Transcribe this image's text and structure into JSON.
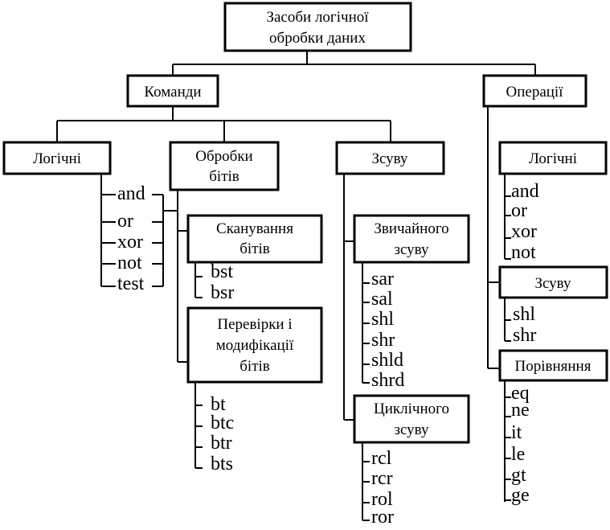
{
  "root": {
    "line1": "Засоби логічної",
    "line2": "обробки даних"
  },
  "commands": {
    "label": "Команди",
    "logical": {
      "label": "Логічні",
      "items": [
        "and",
        "or",
        "xor",
        "not",
        "test"
      ]
    },
    "bit_processing": {
      "line1": "Обробки",
      "line2": "бітів",
      "scan": {
        "line1": "Сканування",
        "line2": "бітів",
        "items": [
          "bst",
          "bsr"
        ]
      },
      "check_modify": {
        "line1": "Перевірки і",
        "line2": "модифікації",
        "line3": "бітів",
        "items": [
          "bt",
          "btc",
          "btr",
          "bts"
        ]
      }
    },
    "shift": {
      "label": "Зсуву",
      "normal": {
        "line1": "Звичайного",
        "line2": "зсуву",
        "items": [
          "sar",
          "sal",
          "shl",
          "shr",
          "shld",
          "shrd"
        ]
      },
      "cyclic": {
        "line1": "Циклічного",
        "line2": "зсуву",
        "items": [
          "rcl",
          "rcr",
          "rol",
          "ror"
        ]
      }
    }
  },
  "operations": {
    "label": "Операції",
    "logical": {
      "label": "Логічні",
      "items": [
        "and",
        "or",
        "xor",
        "not"
      ]
    },
    "shift": {
      "label": "Зсуву",
      "items": [
        "shl",
        "shr"
      ]
    },
    "compare": {
      "label": "Порівняння",
      "items": [
        "eq",
        "ne",
        "it",
        "le",
        "gt",
        "ge"
      ]
    }
  }
}
